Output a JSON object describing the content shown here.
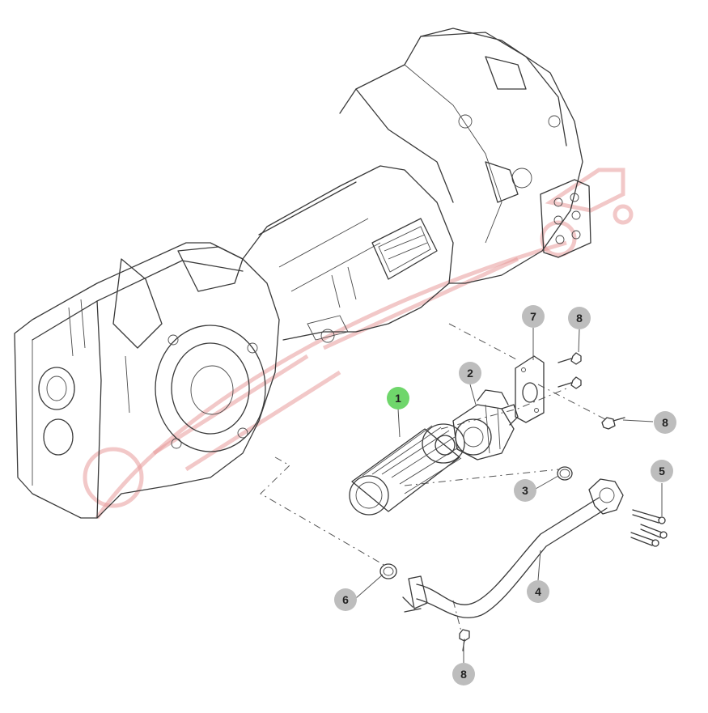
{
  "diagram": {
    "callouts": [
      {
        "id": "callout-1",
        "label": "1",
        "color": "#6fd66b"
      },
      {
        "id": "callout-2",
        "label": "2",
        "color": "#bdbdbd"
      },
      {
        "id": "callout-3",
        "label": "3",
        "color": "#bdbdbd"
      },
      {
        "id": "callout-4",
        "label": "4",
        "color": "#bdbdbd"
      },
      {
        "id": "callout-5",
        "label": "5",
        "color": "#bdbdbd"
      },
      {
        "id": "callout-6",
        "label": "6",
        "color": "#bdbdbd"
      },
      {
        "id": "callout-7",
        "label": "7",
        "color": "#bdbdbd"
      },
      {
        "id": "callout-8a",
        "label": "8",
        "color": "#bdbdbd"
      },
      {
        "id": "callout-8b",
        "label": "8",
        "color": "#bdbdbd"
      },
      {
        "id": "callout-8c",
        "label": "8",
        "color": "#bdbdbd"
      }
    ],
    "highlight_color": "#6fd66b",
    "watermark_color": "#e89a9a"
  }
}
